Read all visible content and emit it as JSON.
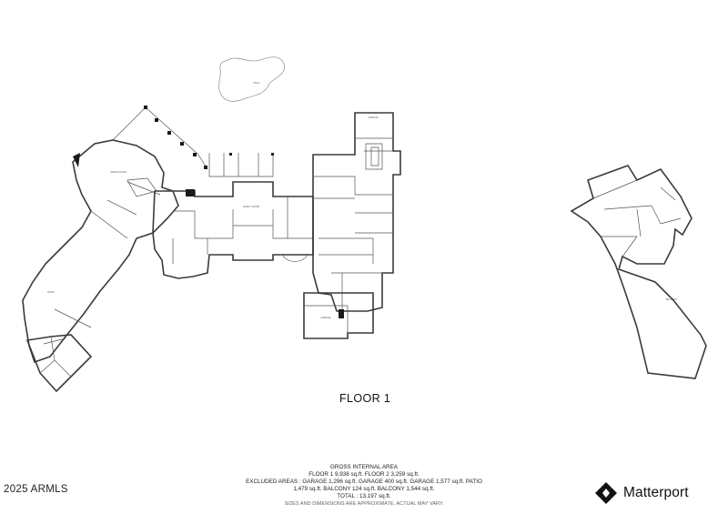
{
  "floor_title": "FLOOR 1",
  "area": {
    "heading": "GROSS INTERNAL AREA",
    "floors": "FLOOR 1 9,938 sq.ft.   FLOOR 2 3,259 sq.ft.",
    "excluded_1": "EXCLUDED AREAS :  GARAGE 1,296 sq.ft.   GARAGE 400 sq.ft.   GARAGE 1,577 sq.ft.   PATIO",
    "excluded_2": "1,479 sq.ft.   BALCONY 124 sq.ft.   BALCONY 1,544 sq.ft.",
    "total": "TOTAL :  13,197 sq.ft.",
    "note": "SIZES AND DIMENSIONS ARE APPROXIMATE, ACTUAL MAY VARY."
  },
  "copyright": "2025 ARMLS",
  "brand": {
    "name": "Matterport",
    "icon": "matterport-logo-icon"
  },
  "colors": {
    "wall": "#3a3a3a",
    "background": "#ffffff",
    "pool_outline": "#9a9a9a"
  }
}
